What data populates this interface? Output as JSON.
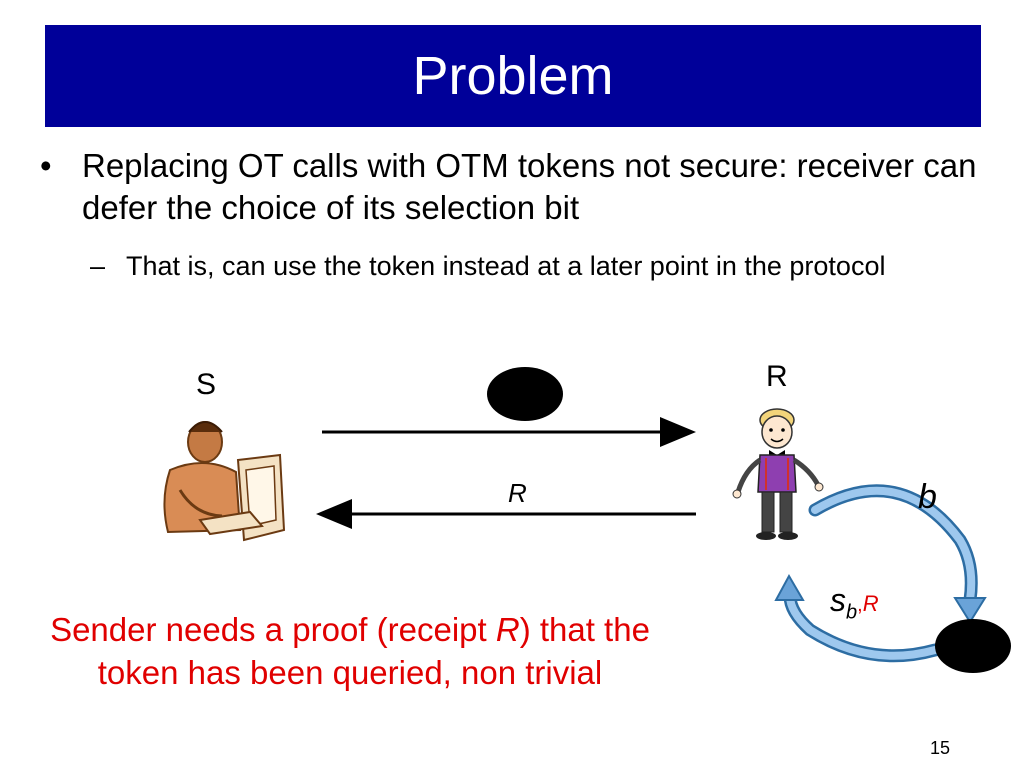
{
  "slide": {
    "title": "Problem",
    "bullet": {
      "marker": "•",
      "text": "Replacing OT calls with OTM tokens not secure: receiver can defer the choice of its selection bit",
      "sub": {
        "marker": "–",
        "text": "That is, can use the token instead at a later point in the protocol"
      }
    },
    "diagram": {
      "sender_label": "S",
      "receiver_label": "R",
      "receipt_label": "R",
      "choice_label": "b",
      "output_main": "s",
      "output_sub": "b",
      "output_comma": ",",
      "output_receipt": "R"
    },
    "caption": {
      "part1": "Sender needs a proof (receipt ",
      "receipt": "R",
      "part2": ") that the token has been queried, non trivial"
    },
    "slide_number": "15",
    "colors": {
      "title_bg": "#000099",
      "caption": "#e00000",
      "curved_arrow": "#5b9bd5"
    }
  }
}
